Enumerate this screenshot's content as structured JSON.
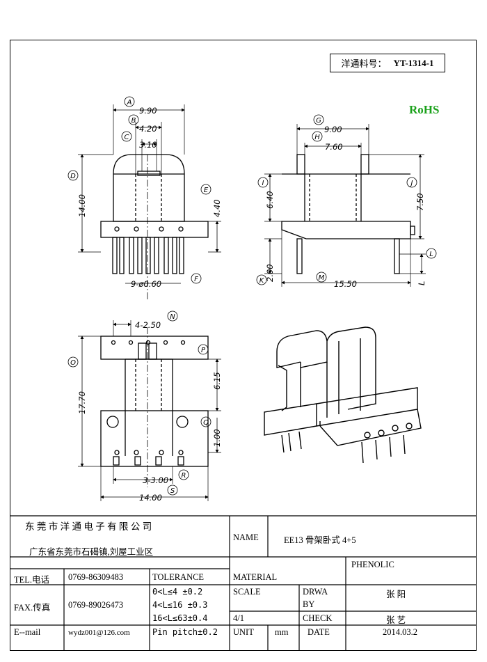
{
  "part_label": "洋通料号：",
  "part_number": "YT-1314-1",
  "rohs": "RoHS",
  "dimensions": {
    "A": "A",
    "A_val": "9.90",
    "B": "B",
    "B_val": "4.20",
    "C": "C",
    "C_val": "3.10",
    "D": "D",
    "D_val": "14.00",
    "E": "E",
    "E_val": "4.40",
    "F": "F",
    "F_val": "9-ø0.60",
    "G": "G",
    "G_val": "9.00",
    "H": "H",
    "H_val": "7.60",
    "I": "I",
    "I_val": "6.40",
    "J": "J",
    "J_val": "7.50",
    "K": "K",
    "K_val": "2.00",
    "L": "L",
    "L_val": "L",
    "M": "M",
    "M_val": "15.50",
    "N": "N",
    "N_val": "4-2.50",
    "O": "O",
    "O_val": "17.70",
    "P": "P",
    "P_val": "6.15",
    "Q": "Q",
    "Q_val": "1.00",
    "R": "R",
    "R_val": "3-3.00",
    "S": "S",
    "S_val": "14.00"
  },
  "title_block": {
    "company": "东 莞 市 洋 通 电 子 有 限 公 司",
    "address": "广东省东莞市石碣镇,刘屋工业区",
    "name_label": "NAME",
    "name_value": "EE13 骨架卧式 4+5",
    "tel_label": "TEL.电话",
    "tel_value": "0769-86309483",
    "fax_label": "FAX.传真",
    "fax_value": "0769-89026473",
    "email_label": "E--mail",
    "email_value": "wydz001@126.com",
    "tolerance_label": "TOLERANCE",
    "tol1": "0<L≤4   ±0.2",
    "tol2": "4<L≤16  ±0.3",
    "tol3": "16<L≤63±0.4",
    "tol4": "Pin pitch±0.2",
    "material_label": "MATERIAL",
    "material_value": "PHENOLIC",
    "scale_label": "SCALE",
    "scale_value": "4/1",
    "drwa_label": "DRWA",
    "by_label": "BY",
    "drawn_by": "张 阳",
    "check_label": "CHECK",
    "checked_by": "张 艺",
    "unit_label": "UNIT",
    "unit_value": "mm",
    "date_label": "DATE",
    "date_value": "2014.03.2"
  }
}
